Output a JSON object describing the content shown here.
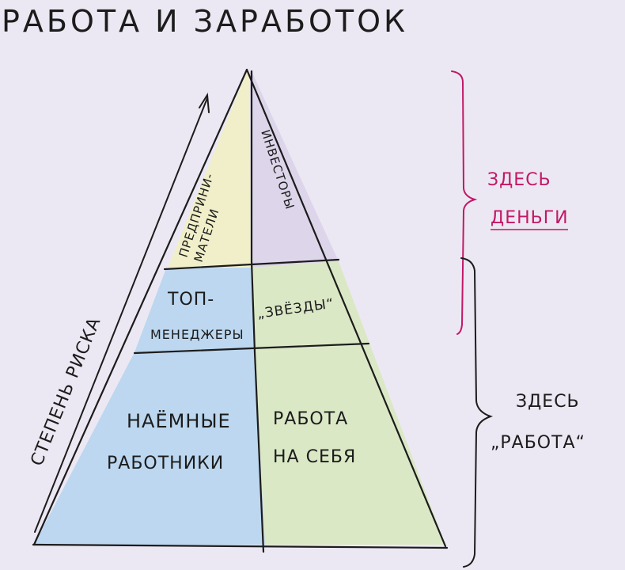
{
  "title": "РАБОТА И ЗАРАБОТОК",
  "risk_label": "СТЕПЕНЬ РИСКА",
  "levels": {
    "top_left": [
      "ПРЕДПРИНИ-",
      "МАТЕЛИ"
    ],
    "top_right": "ИНВЕСТОРЫ",
    "mid_left": [
      "ТОП-",
      "МЕНЕДЖЕРЫ"
    ],
    "mid_right": "„ЗВЁЗДЫ“",
    "bottom_left": [
      "НАЁМНЫЕ",
      "РАБОТНИКИ"
    ],
    "bottom_right": [
      "РАБОТА",
      "НА СЕБЯ"
    ]
  },
  "brackets": {
    "money": [
      "ЗДЕСЬ",
      "ДЕНЬГИ"
    ],
    "work": [
      "ЗДЕСЬ",
      "„РАБОТА“"
    ]
  },
  "colors": {
    "background": "#ece8f3",
    "yellow": "#f0efc9",
    "lavender": "#ddd5ea",
    "blue": "#bcd7ef",
    "green": "#dbe8c6",
    "ink": "#1c1c1c",
    "money_bracket": "#c21866"
  }
}
